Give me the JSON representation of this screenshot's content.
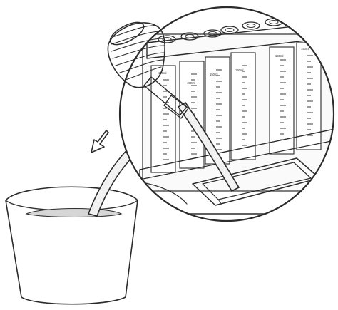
{
  "illustration": {
    "colors": {
      "line": "#2b2b2b",
      "liquid": "#d4d4d4",
      "pump": "#f7f7f7",
      "background": "#ffffff"
    },
    "cylinders": [
      {
        "label": "150ml"
      },
      {
        "label": "150ml"
      },
      {
        "label": "150ml"
      },
      {
        "label": "150ml"
      },
      {
        "label": "150ml"
      },
      {
        "label": "150ml"
      }
    ],
    "flow_arrow_icon": "arrow-down-left-icon"
  }
}
